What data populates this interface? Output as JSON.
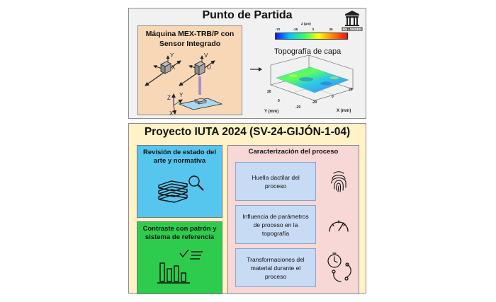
{
  "top": {
    "title": "Punto de Partida",
    "machine": {
      "title_line1": "Máquina MEX-TRB/P con",
      "title_line2": "Sensor Integrado",
      "axes": {
        "y1": "Y",
        "x1": "X",
        "v": "V",
        "u": "U",
        "z": "Z",
        "y": "Y",
        "x": "X"
      }
    },
    "plot": {
      "colorbar_title": "Z (μm)",
      "colorbar_ticks": [
        "-70",
        "-35",
        "0",
        "35",
        "70"
      ],
      "label": "Topografía de capa",
      "y_axis_label": "Y (mm)",
      "x_axis_label": "X (mm)",
      "y_ticks": [
        "20",
        "0",
        "-20"
      ],
      "x_ticks": [
        "-20",
        "0",
        "20"
      ]
    }
  },
  "bottom": {
    "title": "Proyecto IUTA 2024 (SV-24-GIJÓN-1-04)",
    "blue_box": {
      "line1": "Revisión de estado del",
      "line2": "arte y normativa"
    },
    "green_box": {
      "line1": "Contraste con patrón y",
      "line2": "sistema de referencia"
    },
    "process": {
      "title": "Caracterización del proceso",
      "items": [
        {
          "label": "Huella dactilar del proceso",
          "icon": "fingerprint-icon"
        },
        {
          "label": "Influencia de parámetros de proceso en la topografía",
          "icon": "gauge-icon"
        },
        {
          "label": "Transformaciones del material durante el proceso",
          "icon": "timer-cycle-icon"
        }
      ]
    }
  }
}
